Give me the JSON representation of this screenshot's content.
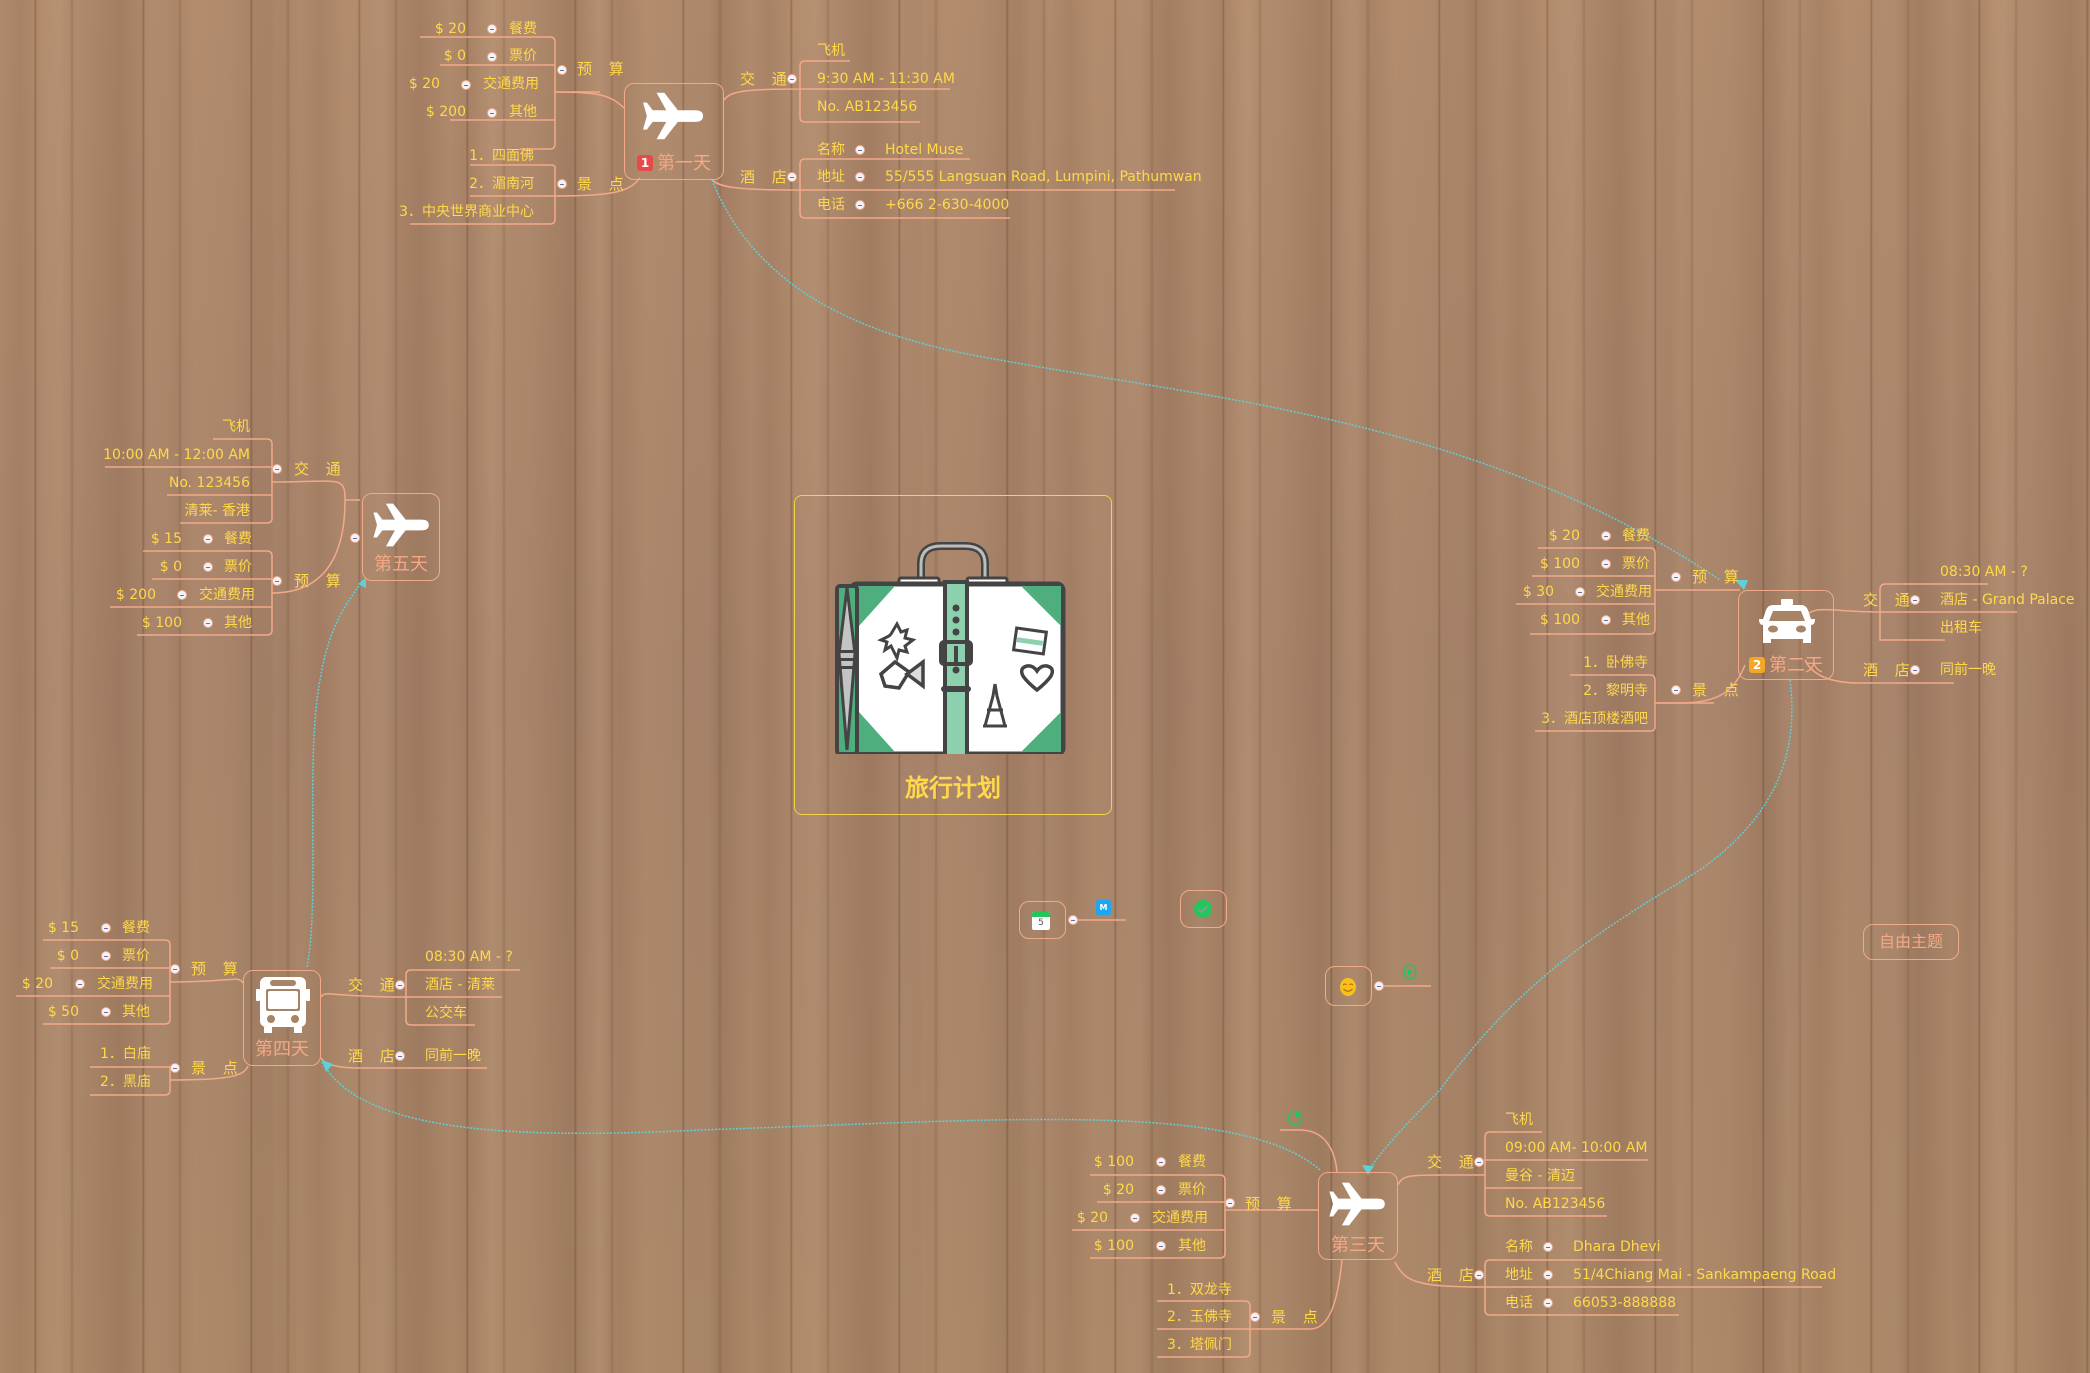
{
  "central_topic": {
    "title": "旅行计划",
    "icon": "suitcase-icon"
  },
  "colors": {
    "text": "#ffd94a",
    "branch": "#f2a98a",
    "day_label": "#f4a884",
    "relation": "#5fd0d6",
    "center_border": "#f2d44a",
    "badge_1": "#e84a4a",
    "badge_2": "#f5a623"
  },
  "days": [
    {
      "id": "day1",
      "name": "第一天",
      "icon": "airplane-icon",
      "badge": "1",
      "budget": {
        "label": "预 算",
        "items": [
          {
            "value": "$ 20",
            "name": "餐费"
          },
          {
            "value": "$ 0",
            "name": "票价"
          },
          {
            "value": "$ 20",
            "name": "交通费用"
          },
          {
            "value": "$ 200",
            "name": "其他"
          }
        ]
      },
      "sights": {
        "label": "景 点",
        "items": [
          "1．四面佛",
          "2．湄南河",
          "3．中央世界商业中心"
        ]
      },
      "traffic": {
        "label": "交 通",
        "items": [
          "飞机",
          "9:30 AM - 11:30 AM",
          "No. AB123456"
        ]
      },
      "hotel": {
        "label": "酒 店",
        "items": [
          {
            "key": "名称",
            "value": "Hotel Muse"
          },
          {
            "key": "地址",
            "value": "55/555 Langsuan Road, Lumpini, Pathumwan"
          },
          {
            "key": "电话",
            "value": "+666 2-630-4000"
          }
        ]
      }
    },
    {
      "id": "day2",
      "name": "第二天",
      "icon": "taxi-icon",
      "badge": "2",
      "budget": {
        "label": "预 算",
        "items": [
          {
            "value": "$ 20",
            "name": "餐费"
          },
          {
            "value": "$ 100",
            "name": "票价"
          },
          {
            "value": "$ 30",
            "name": "交通费用"
          },
          {
            "value": "$ 100",
            "name": "其他"
          }
        ]
      },
      "sights": {
        "label": "景 点",
        "items": [
          "1．卧佛寺",
          "2．黎明寺",
          "3．酒店顶楼酒吧"
        ]
      },
      "traffic": {
        "label": "交 通",
        "items": [
          "08:30 AM -  ?",
          "酒店 - Grand Palace",
          "出租车"
        ]
      },
      "hotel": {
        "label": "酒 店",
        "value": "同前一晚"
      }
    },
    {
      "id": "day3",
      "name": "第三天",
      "icon": "airplane-icon",
      "budget": {
        "label": "预 算",
        "items": [
          {
            "value": "$ 100",
            "name": "餐费"
          },
          {
            "value": "$ 20",
            "name": "票价"
          },
          {
            "value": "$ 20",
            "name": "交通费用"
          },
          {
            "value": "$ 100",
            "name": "其他"
          }
        ]
      },
      "sights": {
        "label": "景 点",
        "items": [
          "1．双龙寺",
          "2．玉佛寺",
          "3．塔佩门"
        ]
      },
      "traffic": {
        "label": "交 通",
        "items": [
          "飞机",
          "09:00 AM- 10:00 AM",
          "曼谷 - 清迈",
          "No. AB123456"
        ]
      },
      "hotel": {
        "label": "酒 店",
        "items": [
          {
            "key": "名称",
            "value": "Dhara Dhevi"
          },
          {
            "key": "地址",
            "value": "51/4Chiang Mai - Sankampaeng Road"
          },
          {
            "key": "电话",
            "value": "66053-888888"
          }
        ]
      }
    },
    {
      "id": "day4",
      "name": "第四天",
      "icon": "bus-icon",
      "budget": {
        "label": "预 算",
        "items": [
          {
            "value": "$ 15",
            "name": "餐费"
          },
          {
            "value": "$ 0",
            "name": "票价"
          },
          {
            "value": "$ 20",
            "name": "交通费用"
          },
          {
            "value": "$ 50",
            "name": "其他"
          }
        ]
      },
      "sights": {
        "label": "景 点",
        "items": [
          "1．白庙",
          "2．黑庙"
        ]
      },
      "traffic": {
        "label": "交 通",
        "items": [
          "08:30 AM - ?",
          "酒店 - 清莱",
          "公交车"
        ]
      },
      "hotel": {
        "label": "酒 店",
        "value": "同前一晚"
      }
    },
    {
      "id": "day5",
      "name": "第五天",
      "icon": "airplane-icon",
      "traffic": {
        "label": "交 通",
        "items": [
          "飞机",
          "10:00 AM - 12:00 AM",
          "No. 123456",
          "清莱- 香港"
        ]
      },
      "budget": {
        "label": "预 算",
        "items": [
          {
            "value": "$ 15",
            "name": "餐费"
          },
          {
            "value": "$ 0",
            "name": "票价"
          },
          {
            "value": "$ 200",
            "name": "交通费用"
          },
          {
            "value": "$ 100",
            "name": "其他"
          }
        ]
      }
    }
  ],
  "floating": {
    "calendar": {
      "icon": "calendar-icon",
      "day": "5",
      "marker": "M"
    },
    "check": {
      "icon": "check-circle-icon"
    },
    "smiley": {
      "icon": "smiley-icon",
      "marker": "play-icon"
    },
    "free_topic": "自由主题",
    "day3_marker": "clock-icon"
  }
}
